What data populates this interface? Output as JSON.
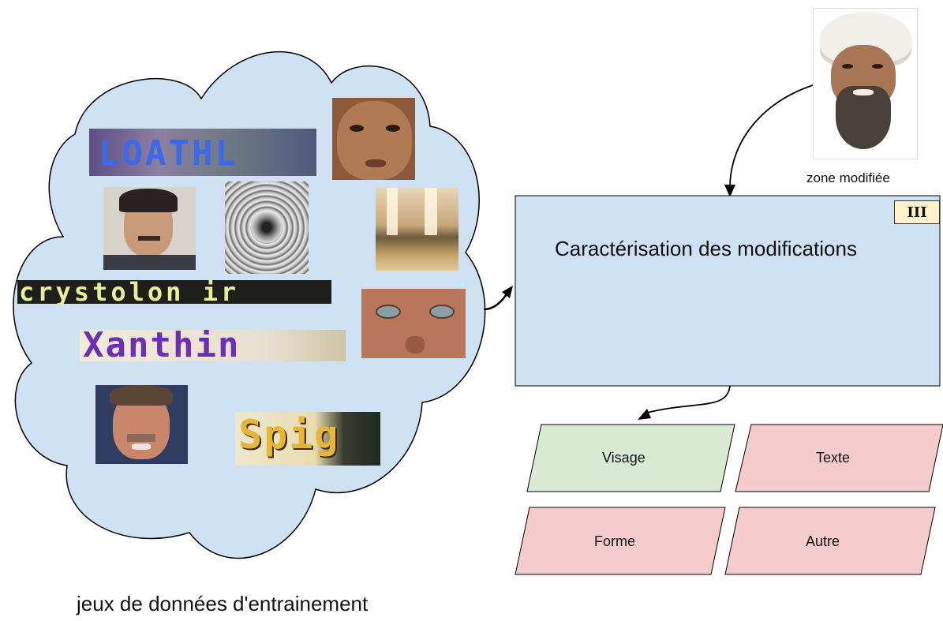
{
  "dataset_label": "jeux de données d'entrainement",
  "dataset_samples": [
    {
      "kind": "text-captcha",
      "text": "LOATHL"
    },
    {
      "kind": "face-photo"
    },
    {
      "kind": "face-photo"
    },
    {
      "kind": "pattern-image"
    },
    {
      "kind": "scene-photo"
    },
    {
      "kind": "text-captcha",
      "text": "crystolon ir"
    },
    {
      "kind": "face-photo"
    },
    {
      "kind": "text-captcha",
      "text": "Xanthin"
    },
    {
      "kind": "face-photo"
    },
    {
      "kind": "text-captcha",
      "text": "Spig"
    }
  ],
  "input_image": {
    "caption": "zone modifiée"
  },
  "process": {
    "title": "Caractérisation des modifications",
    "step": "III"
  },
  "categories": [
    {
      "label": "Visage",
      "color": "#d9ead3"
    },
    {
      "label": "Texte",
      "color": "#f4cccc"
    },
    {
      "label": "Forme",
      "color": "#f4cccc"
    },
    {
      "label": "Autre",
      "color": "#f4cccc"
    }
  ],
  "colors": {
    "cloud": "#cfe2f3",
    "process_box": "#cfe2f3"
  }
}
